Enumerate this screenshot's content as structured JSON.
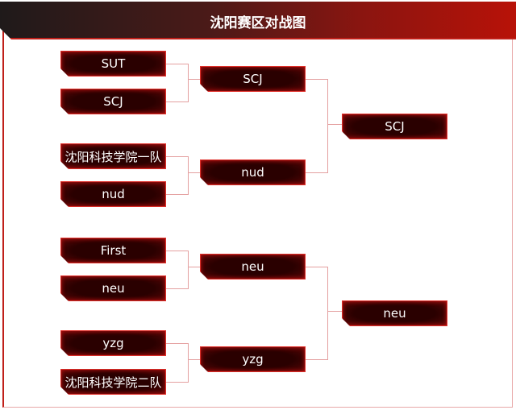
{
  "title": "沈阳赛区对战图",
  "round1": [
    "SUT",
    "SCJ",
    "沈阳科技学院一队",
    "nud",
    "First",
    "neu",
    "yzg",
    "沈阳科技学院二队"
  ],
  "round2": [
    "SCJ",
    "nud",
    "neu",
    "yzg"
  ],
  "round3": [
    "SCJ",
    "neu"
  ]
}
